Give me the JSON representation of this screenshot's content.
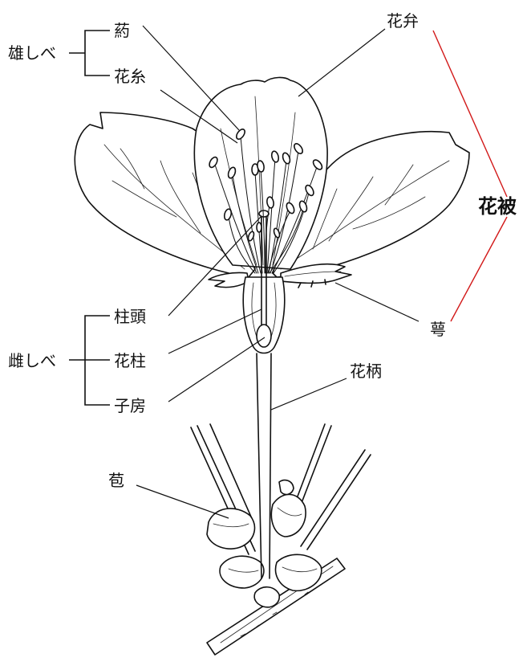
{
  "labels": {
    "stamen_group": "雄しべ",
    "anther": "葯",
    "filament": "花糸",
    "petal": "花弁",
    "perianth": "花被",
    "pistil_group": "雌しべ",
    "stigma": "柱頭",
    "style": "花柱",
    "ovary": "子房",
    "sepal": "萼",
    "pedicel": "花柄",
    "bract": "苞"
  },
  "colors": {
    "ink": "#111111",
    "perianth_bracket": "#d21818",
    "background": "#ffffff"
  }
}
